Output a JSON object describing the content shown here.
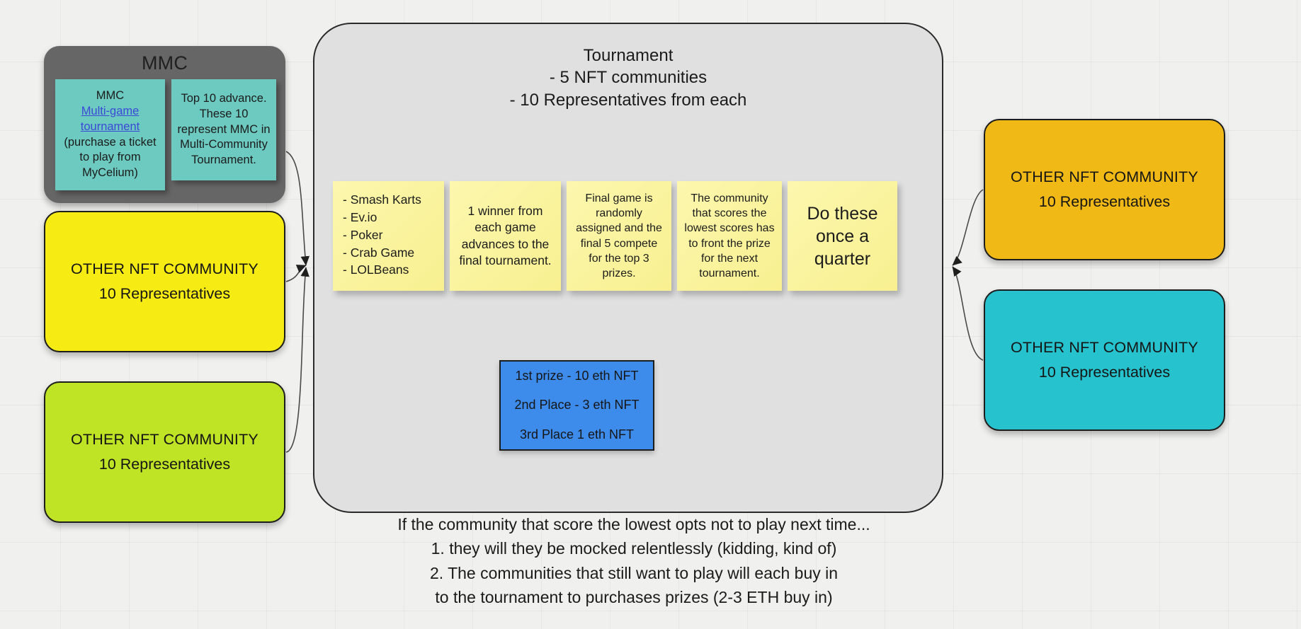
{
  "mmc": {
    "title": "MMC",
    "note_left": {
      "line1": "MMC",
      "link": "Multi-game tournament",
      "line3": "(purchase a ticket to play from MyCelium)"
    },
    "note_right": "Top 10 advance. These 10 represent MMC in Multi-Community Tournament."
  },
  "communities": {
    "yellow": {
      "line1": "OTHER NFT COMMUNITY",
      "line2": "10 Representatives",
      "color": "#f6ec13"
    },
    "green": {
      "line1": "OTHER NFT COMMUNITY",
      "line2": "10 Representatives",
      "color": "#bfe325"
    },
    "orange": {
      "line1": "OTHER NFT COMMUNITY",
      "line2": "10 Representatives",
      "color": "#f0b916"
    },
    "cyan": {
      "line1": "OTHER NFT COMMUNITY",
      "line2": "10 Representatives",
      "color": "#26c2cd"
    }
  },
  "tournament": {
    "heading_line1": "Tournament",
    "heading_line2": "- 5 NFT communities",
    "heading_line3": "- 10 Representatives from each",
    "notes": {
      "games": "- Smash Karts\n- Ev.io\n- Poker\n- Crab Game\n- LOLBeans",
      "note2": "1 winner from each game advances to the final tournament.",
      "note3": "Final game is randomly assigned and the final 5 compete for the top 3 prizes.",
      "note4": "The community that scores the lowest scores has to front the prize for the next tournament.",
      "quarter": "Do these once a quarter"
    },
    "prizes": {
      "first": "1st prize - 10 eth NFT",
      "second": "2nd Place - 3 eth NFT",
      "third": "3rd Place 1 eth NFT",
      "color": "#3d8ceb"
    }
  },
  "footer": {
    "line1": "If the community that score the lowest opts not to play next time...",
    "line2": "1. they will they be mocked relentlessly (kidding, kind of)",
    "line3": "2. The communities that still want to play will each buy in",
    "line4": "to the tournament to purchases prizes (2-3 ETH buy in)"
  }
}
